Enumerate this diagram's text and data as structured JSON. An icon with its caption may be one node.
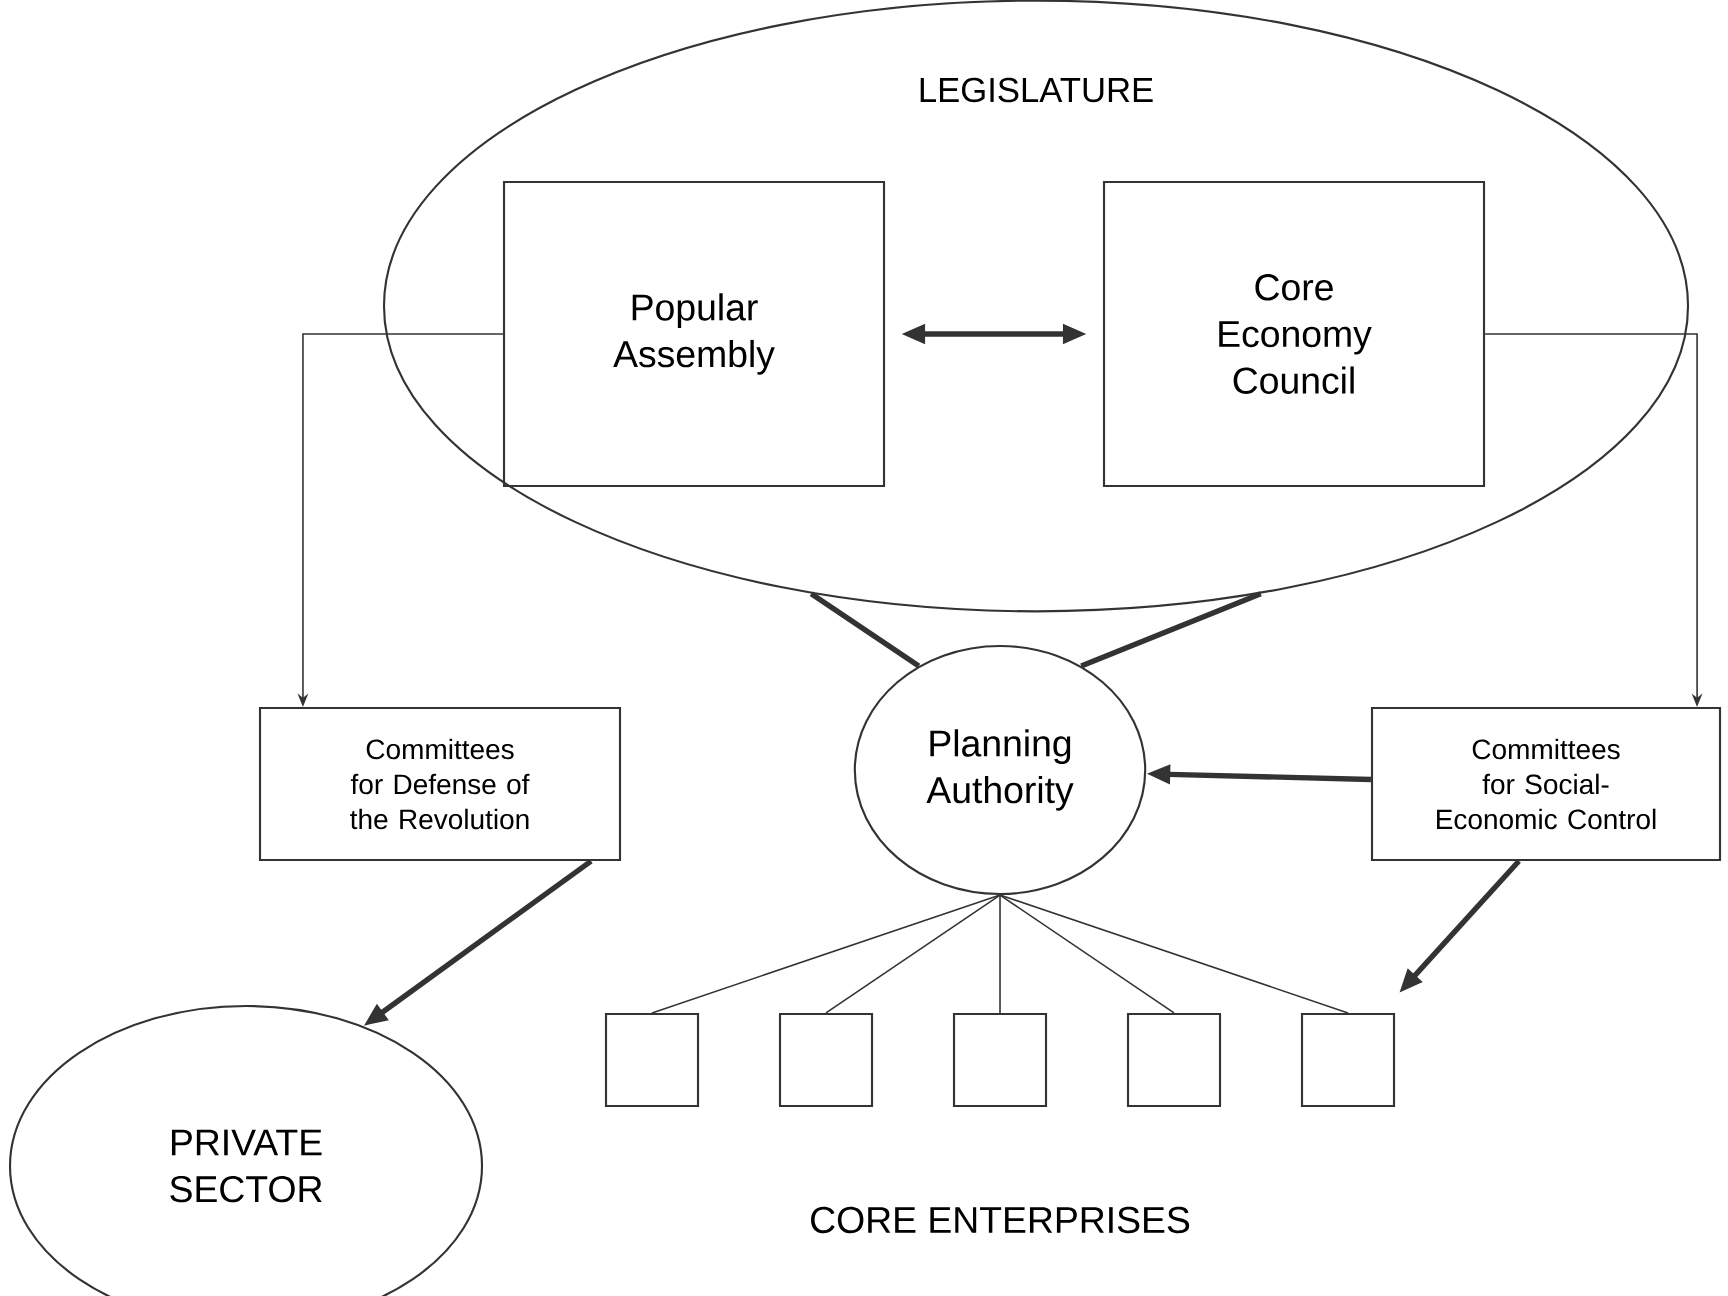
{
  "diagram": {
    "nodes": [
      {
        "text": [
          "LEGISLATURE"
        ]
      },
      {
        "text": [
          "Popular Assembly"
        ],
        "in": 0
      },
      {
        "text": [
          "Core Economy Council"
        ],
        "in": 0
      },
      {
        "text": [
          "Committees for Defense of the Revolution"
        ]
      },
      {
        "text": [
          "Planning Authority"
        ]
      },
      {
        "text": [
          "Committees for Social-Economic Control"
        ]
      },
      {
        "text": [
          "PRIVATE SECTOR"
        ]
      },
      {
        "text": [],
        "shape": "box"
      },
      {
        "text": [],
        "shape": "box"
      },
      {
        "text": [],
        "shape": "box"
      },
      {
        "text": [],
        "shape": "box"
      },
      {
        "text": [],
        "shape": "box"
      }
    ],
    "edges": [
      {
        "from": 1,
        "to": 2,
        "arrow": "both",
        "style": "thick"
      },
      {
        "from": 0,
        "to": 4,
        "arrow": "none",
        "style": "thick"
      },
      {
        "from": 0,
        "to": 4,
        "arrow": "none",
        "style": "thick"
      },
      {
        "from": 1,
        "to": 3,
        "arrow": "to"
      },
      {
        "from": 2,
        "to": 5,
        "arrow": "to"
      },
      {
        "from": 5,
        "to": 4,
        "arrow": "to",
        "style": "thick"
      },
      {
        "from": 3,
        "to": 6,
        "arrow": "to",
        "style": "thick"
      },
      {
        "from": 5,
        "to": 11,
        "arrow": "to",
        "style": "thick"
      },
      {
        "from": 4,
        "to": 7,
        "arrow": "none"
      },
      {
        "from": 4,
        "to": 8,
        "arrow": "none"
      },
      {
        "from": 4,
        "to": 9,
        "arrow": "none"
      },
      {
        "from": 4,
        "to": 10,
        "arrow": "none"
      },
      {
        "from": 4,
        "to": 11,
        "arrow": "none"
      }
    ],
    "labels": [
      "CORE ENTERPRISES"
    ]
  }
}
